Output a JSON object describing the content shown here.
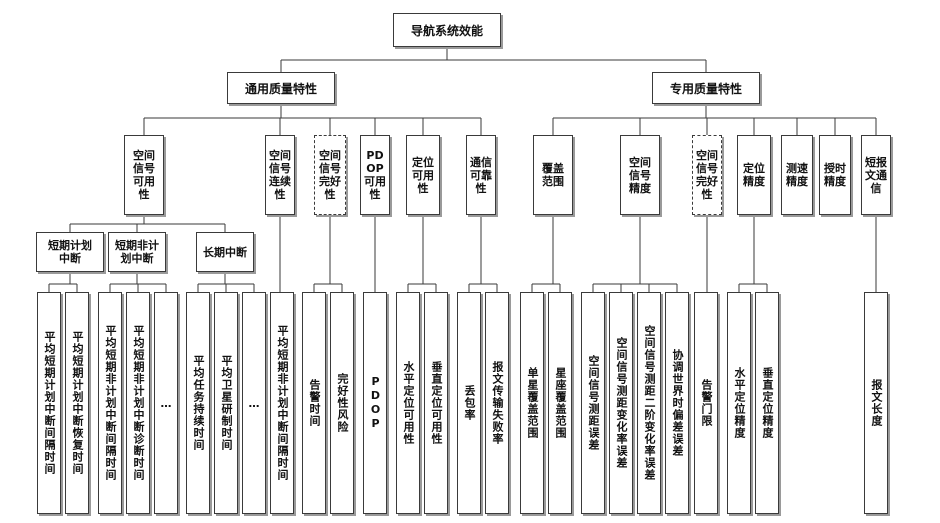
{
  "diagram": {
    "root": "导航系统效能",
    "groups": [
      "通用质量特性",
      "专用质量特性"
    ],
    "level2": [
      "空间\n信号\n可用\n性",
      "空间\n信号\n连续\n性",
      "空间\n信号\n完好\n性",
      "PD\nOP\n可用\n性",
      "定位\n可用\n性",
      "通信\n可靠\n性",
      "覆盖\n范围",
      "空间\n信号\n精度",
      "空间\n信号\n完好\n性",
      "定位\n精度",
      "测速\n精度",
      "授时\n精度",
      "短报\n文通\n信"
    ],
    "level3": [
      "短期计划\n中断",
      "短期非计\n划中断",
      "长期中断"
    ],
    "leaves": [
      "平均短期计划中断间隔时间",
      "平均短期计划中断恢复时间",
      "平均短期非计划中断间隔时间",
      "平均短期非计划中断诊断时间",
      "…",
      "平均任务持续时间",
      "平均卫星研制时间",
      "…",
      "平均短期非计划中断间隔时间",
      "告警时间",
      "完好性风险",
      "PDOP",
      "水平定位可用性",
      "垂直定位可用性",
      "丢包率",
      "报文传输失败率",
      "单星覆盖范围",
      "星座覆盖范围",
      "空间信号测距误差",
      "空间信号测距变化率误差",
      "空间信号测距二阶变化率误差",
      "协调世界时偏差误差",
      "告警门限",
      "水平定位精度",
      "垂直定位精度",
      "报文长度"
    ]
  }
}
